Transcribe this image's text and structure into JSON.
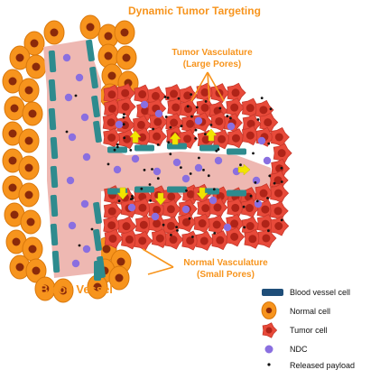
{
  "title": "Dynamic Tumor Targeting",
  "labels": {
    "tumor_vasculature_line1": "Tumor Vasculature",
    "tumor_vasculature_line2": "(Large Pores)",
    "normal_vasculature_line1": "Normal Vasculature",
    "normal_vasculature_line2": "(Small Pores)",
    "blood_vessel": "Blood Vessel"
  },
  "legend": [
    {
      "label": "Blood vessel cell",
      "icon": "blood-vessel-cell-icon"
    },
    {
      "label": "Normal cell",
      "icon": "normal-cell-icon"
    },
    {
      "label": "Tumor cell",
      "icon": "tumor-cell-icon"
    },
    {
      "label": "NDC",
      "icon": "ndc-icon"
    },
    {
      "label": "Released payload",
      "icon": "released-payload-icon"
    }
  ],
  "colors": {
    "accent_text": "#F7941D",
    "vessel_lumen": "#EEB8B2",
    "vessel_cell": "#2E8B8E",
    "vessel_cell_legend": "#1F4E79",
    "normal_cell": "#F7941D",
    "normal_nucleus": "#8B2A0A",
    "tumor_cell": "#E84A3A",
    "tumor_nucleus": "#B02418",
    "ndc": "#8A6FE0",
    "payload": "#111111",
    "pore_arrow": "#F2E400"
  }
}
